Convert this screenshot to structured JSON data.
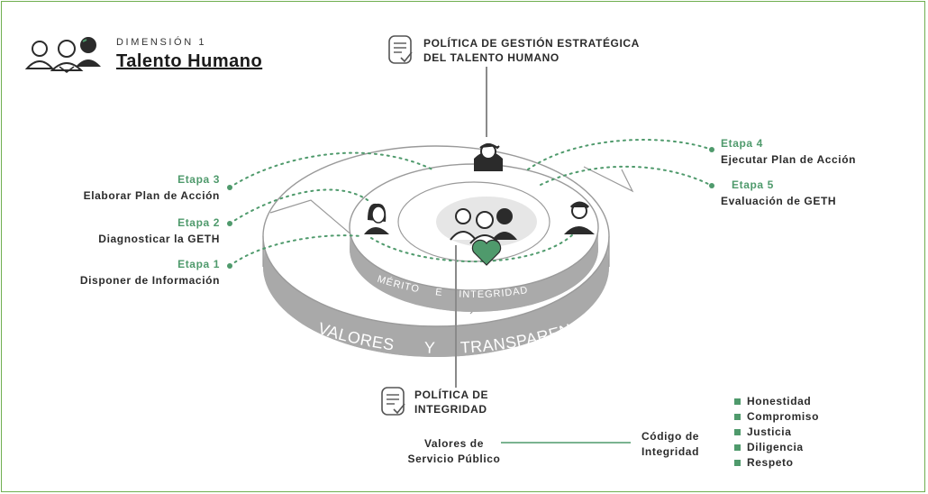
{
  "header": {
    "dimension_label": "DIMENSIÓN 1",
    "title": "Talento Humano",
    "icon": "people-group-icon"
  },
  "policy_geth": {
    "line1": "POLÍTICA DE GESTIÓN ESTRATÉGICA",
    "line2": "DEL TALENTO HUMANO",
    "icon": "document-check-icon"
  },
  "policy_integrity": {
    "line1": "POLÍTICA DE",
    "line2": "INTEGRIDAD",
    "icon": "document-check-icon"
  },
  "stages": [
    {
      "stage": "Etapa 1",
      "text": "Disponer de Información"
    },
    {
      "stage": "Etapa 2",
      "text": "Diagnosticar la GETH"
    },
    {
      "stage": "Etapa 3",
      "text": "Elaborar Plan de Acción"
    },
    {
      "stage": "Etapa 4",
      "text": "Ejecutar Plan de Acción"
    },
    {
      "stage": "Etapa 5",
      "text": "Evaluación de GETH"
    }
  ],
  "rings": {
    "inner": {
      "w1": "MÉRITO",
      "w2": "E",
      "w3": "INTEGRIDAD"
    },
    "outer": {
      "w1": "VALORES",
      "w2": "Y",
      "w3": "TRANSPARENCIA"
    }
  },
  "service": {
    "values_line1": "Valores de",
    "values_line2": "Servicio Público",
    "code_line1": "Código de",
    "code_line2": "Integridad"
  },
  "values_list": [
    "Honestidad",
    "Compromiso",
    "Justicia",
    "Diligencia",
    "Respeto"
  ],
  "colors": {
    "accent_green": "#4f9a6c",
    "frame_green": "#6fae4f",
    "disc_gray": "#b9b9b9",
    "text_dark": "#2b2b2b"
  }
}
